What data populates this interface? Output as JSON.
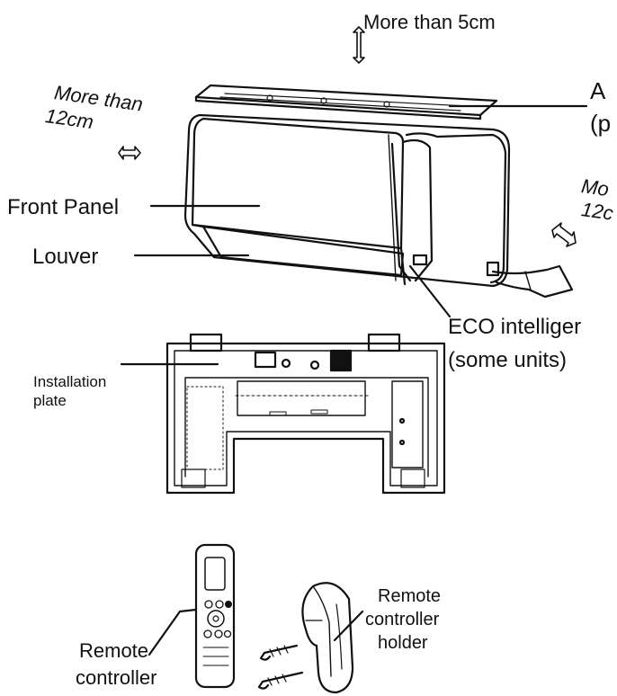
{
  "labels": {
    "clearance_top": "More than 5cm",
    "clearance_left_1": "More than",
    "clearance_left_2": "12cm",
    "front_panel": "Front Panel",
    "louver": "Louver",
    "top_right_1": "A",
    "top_right_2": "(p",
    "clearance_right_1": "Mo",
    "clearance_right_2": "12c",
    "eco_1": "ECO intelliger",
    "eco_2": "(some units)",
    "installation_plate_1": "Installation",
    "installation_plate_2": "plate",
    "holder_1": "Remote",
    "holder_2": "controller",
    "holder_3": "holder",
    "remote_1": "Remote",
    "remote_2": "controller"
  },
  "colors": {
    "line": "#111111",
    "background": "#ffffff"
  }
}
